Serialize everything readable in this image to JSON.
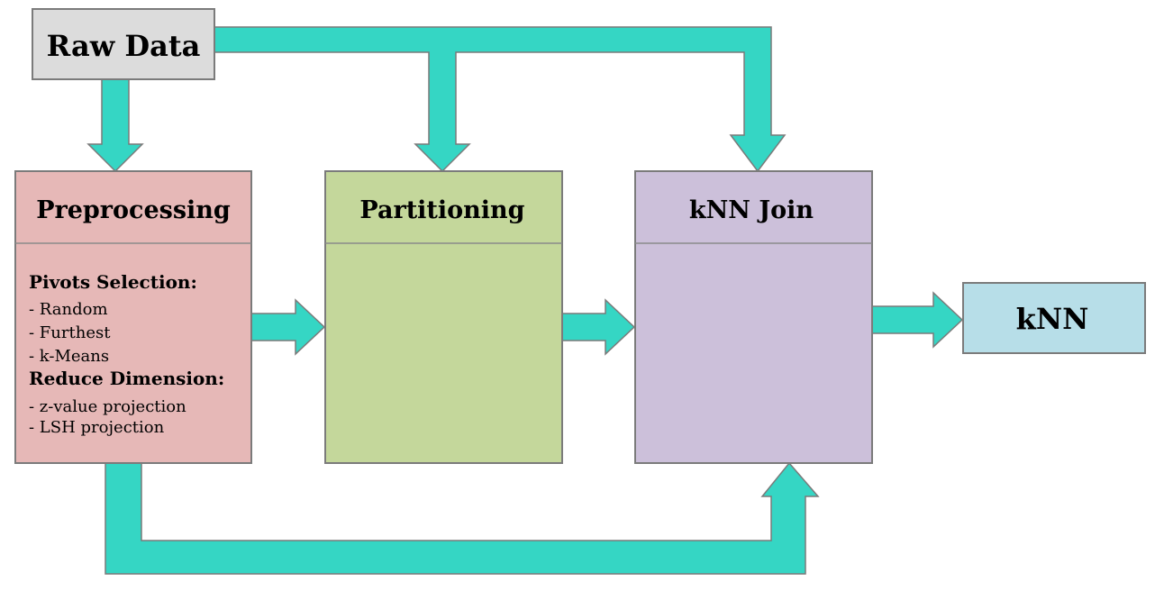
{
  "nodes": {
    "raw_data": {
      "label": "Raw Data",
      "color": "#dcdcdc"
    },
    "preprocessing": {
      "label": "Preprocessing",
      "color": "#e6b8b7",
      "sections": [
        {
          "heading": "Pivots Selection:",
          "items": [
            "- Random",
            "- Furthest",
            "- k-Means"
          ]
        },
        {
          "heading": "Reduce Dimension:",
          "items": [
            "- z-value projection",
            "- LSH projection"
          ]
        }
      ]
    },
    "partitioning": {
      "label": "Partitioning",
      "color": "#c4d79b"
    },
    "knn_join": {
      "label": "kNN Join",
      "color": "#ccc0da"
    },
    "knn": {
      "label": "kNN",
      "color": "#b7dee8"
    }
  },
  "arrow_color": "#35d6c4"
}
